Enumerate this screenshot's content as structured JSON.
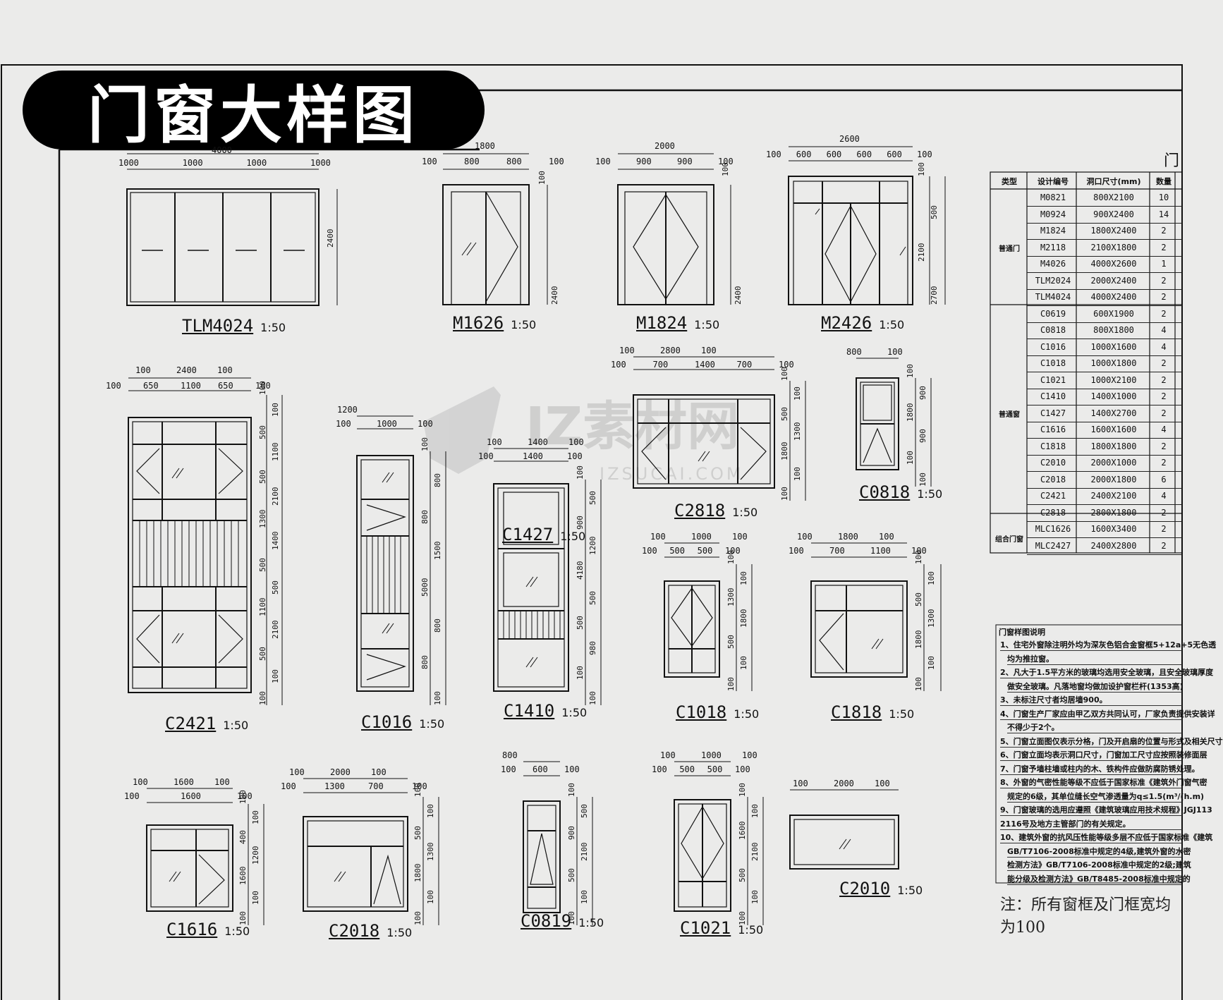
{
  "title": "门窗大样图",
  "drawings": [
    {
      "code": "TLM4024",
      "scale": "1:50",
      "top_dims": [
        "4000"
      ],
      "sub_dims": [
        "1000",
        "1000",
        "1000",
        "1000"
      ],
      "side_dims": [
        "2400"
      ]
    },
    {
      "code": "M1626",
      "scale": "1:50",
      "top_dims": [
        "1800"
      ],
      "sub_dims": [
        "100",
        "800",
        "800",
        "100"
      ],
      "side_dims": [
        "100",
        "2400"
      ]
    },
    {
      "code": "M1824",
      "scale": "1:50",
      "top_dims": [
        "2000"
      ],
      "sub_dims": [
        "100",
        "900",
        "900",
        "100"
      ],
      "side_dims": [
        "100",
        "2400"
      ]
    },
    {
      "code": "M2426",
      "scale": "1:50",
      "top_dims": [
        "2600"
      ],
      "sub_dims": [
        "100",
        "600",
        "600",
        "600",
        "600",
        "100"
      ],
      "side_dims": [
        "100",
        "500",
        "2100",
        "2700"
      ]
    },
    {
      "code": "C2421",
      "scale": "1:50",
      "top_dims": [
        "100",
        "2400",
        "100"
      ],
      "sub_dims": [
        "100",
        "650",
        "1100",
        "650",
        "100"
      ],
      "side_dims": [
        "100",
        "100",
        "500",
        "1100",
        "500",
        "2100",
        "1300",
        "1400",
        "500",
        "500",
        "1100",
        "2100",
        "500",
        "100",
        "100"
      ]
    },
    {
      "code": "C1016",
      "scale": "1:50",
      "top_dims": [
        "1200"
      ],
      "sub_dims": [
        "100",
        "1000",
        "100"
      ],
      "side_dims": [
        "100",
        "800",
        "800",
        "1500",
        "5000",
        "800",
        "800",
        "100"
      ]
    },
    {
      "code": "C1427",
      "scale": "1:50",
      "top_dims": [
        "100",
        "1400",
        "100"
      ],
      "sub_dims": [
        "100",
        "1400",
        "100"
      ],
      "side_dims": []
    },
    {
      "code": "C1410",
      "scale": "1:50",
      "top_dims": [],
      "sub_dims": [],
      "side_dims": [
        "100",
        "500",
        "900",
        "1200",
        "4180",
        "500",
        "500",
        "980",
        "100",
        "100"
      ]
    },
    {
      "code": "C2818",
      "scale": "1:50",
      "top_dims": [
        "100",
        "2800",
        "100"
      ],
      "sub_dims": [
        "100",
        "700",
        "1400",
        "700",
        "100"
      ],
      "side_dims": [
        "100",
        "100",
        "500",
        "1300",
        "1800",
        "100",
        "100"
      ]
    },
    {
      "code": "C0818",
      "scale": "1:50",
      "top_dims": [
        "800",
        "100"
      ],
      "sub_dims": [],
      "side_dims": [
        "100",
        "900",
        "1800",
        "900",
        "100",
        "100"
      ]
    },
    {
      "code": "C1018",
      "scale": "1:50",
      "top_dims": [
        "100",
        "1000",
        "100"
      ],
      "sub_dims": [
        "100",
        "500",
        "500",
        "100"
      ],
      "side_dims": [
        "100",
        "100",
        "1300",
        "1800",
        "500",
        "100",
        "100"
      ]
    },
    {
      "code": "C1818",
      "scale": "1:50",
      "top_dims": [
        "100",
        "1800",
        "100"
      ],
      "sub_dims": [
        "100",
        "700",
        "1100",
        "100"
      ],
      "side_dims": [
        "100",
        "100",
        "500",
        "1300",
        "1800",
        "100",
        "100"
      ]
    },
    {
      "code": "C1616",
      "scale": "1:50",
      "top_dims": [
        "100",
        "1600",
        "100"
      ],
      "sub_dims": [
        "100",
        "1600",
        "100"
      ],
      "side_dims": [
        "100",
        "100",
        "400",
        "1200",
        "1600",
        "100",
        "100"
      ]
    },
    {
      "code": "C2018",
      "scale": "1:50",
      "top_dims": [
        "100",
        "2000",
        "100"
      ],
      "sub_dims": [
        "100",
        "1300",
        "700",
        "100"
      ],
      "side_dims": [
        "100",
        "100",
        "500",
        "1300",
        "1800",
        "100",
        "100"
      ]
    },
    {
      "code": "C0819",
      "scale": "1:50",
      "top_dims": [
        "800"
      ],
      "sub_dims": [
        "100",
        "600",
        "100"
      ],
      "side_dims": [
        "100",
        "500",
        "900",
        "2100",
        "500",
        "100",
        "100"
      ]
    },
    {
      "code": "C1021",
      "scale": "1:50",
      "top_dims": [
        "100",
        "1000",
        "100"
      ],
      "sub_dims": [
        "100",
        "500",
        "500",
        "100"
      ],
      "side_dims": [
        "100",
        "100",
        "1600",
        "2100",
        "500",
        "100",
        "100"
      ]
    },
    {
      "code": "C2010",
      "scale": "1:50",
      "top_dims": [
        "100",
        "2000",
        "100"
      ],
      "sub_dims": [],
      "side_dims": []
    }
  ],
  "schedule": {
    "title": "门",
    "headers": [
      "类型",
      "设计编号",
      "洞口尺寸(mm)",
      "数量"
    ],
    "groups": [
      {
        "type": "普通门",
        "rows": [
          [
            "M0821",
            "800X2100",
            "10"
          ],
          [
            "M0924",
            "900X2400",
            "14"
          ],
          [
            "M1824",
            "1800X2400",
            "2"
          ],
          [
            "M2118",
            "2100X1800",
            "2"
          ],
          [
            "M4026",
            "4000X2600",
            "1"
          ],
          [
            "TLM2024",
            "2000X2400",
            "2"
          ],
          [
            "TLM4024",
            "4000X2400",
            "2"
          ]
        ]
      },
      {
        "type": "普通窗",
        "rows": [
          [
            "C0619",
            "600X1900",
            "2"
          ],
          [
            "C0818",
            "800X1800",
            "4"
          ],
          [
            "C1016",
            "1000X1600",
            "4"
          ],
          [
            "C1018",
            "1000X1800",
            "2"
          ],
          [
            "C1021",
            "1000X2100",
            "2"
          ],
          [
            "C1410",
            "1400X1000",
            "2"
          ],
          [
            "C1427",
            "1400X2700",
            "2"
          ],
          [
            "C1616",
            "1600X1600",
            "4"
          ],
          [
            "C1818",
            "1800X1800",
            "2"
          ],
          [
            "C2010",
            "2000X1000",
            "2"
          ],
          [
            "C2018",
            "2000X1800",
            "6"
          ],
          [
            "C2421",
            "2400X2100",
            "4"
          ],
          [
            "C2818",
            "2800X1800",
            "2"
          ]
        ]
      },
      {
        "type": "组合门窗",
        "rows": [
          [
            "MLC1626",
            "1600X3400",
            "2"
          ],
          [
            "MLC2427",
            "2400X2800",
            "2"
          ]
        ]
      }
    ]
  },
  "notes": {
    "title": "门窗样图说明",
    "items": [
      "1、住宅外窗除注明外均为深灰色铝合金窗框5+12a+5无色透",
      "均为推拉窗。",
      "2、凡大于1.5平方米的玻璃均选用安全玻璃，且安全玻璃厚度",
      "做安全玻璃。凡落地窗均做加设护窗栏杆(1353高)",
      "3、未标注尺寸者均居墙900。",
      "4、门窗生产厂家应由甲乙双方共同认可，厂家负责提供安装详",
      "不得少于2个。",
      "5、门窗立面图仅表示分格，门及开启扇的位置与形式及相关尺寸",
      "6、门窗立面均表示洞口尺寸，门窗加工尺寸应按照装修面层",
      "7、门窗予墙柱墙或柱内的木、铁构件应做防腐防锈处理。",
      "8、外窗的气密性能等级不应低于国家标准《建筑外门窗气密",
      "规定的6级，其单位缝长空气渗透量为q≤1.5(m³/(h.m)",
      "9、门窗玻璃的选用应遵照《建筑玻璃应用技术规程》JGJ113",
      "2116号及地方主管部门的有关规定。",
      "10、建筑外窗的抗风压性能等级多层不应低于国家标准《建筑",
      "GB/T7106-2008标准中规定的4级,建筑外窗的水密",
      "检测方法》GB/T7106-2008标准中规定的2级;建筑",
      "能分级及检测方法》GB/T8485-2008标准中规定的"
    ]
  },
  "footnote": "注：所有窗框及门框宽均为100",
  "watermark": {
    "text": "IZ素材网",
    "url": "IZSUCAI.COM"
  }
}
